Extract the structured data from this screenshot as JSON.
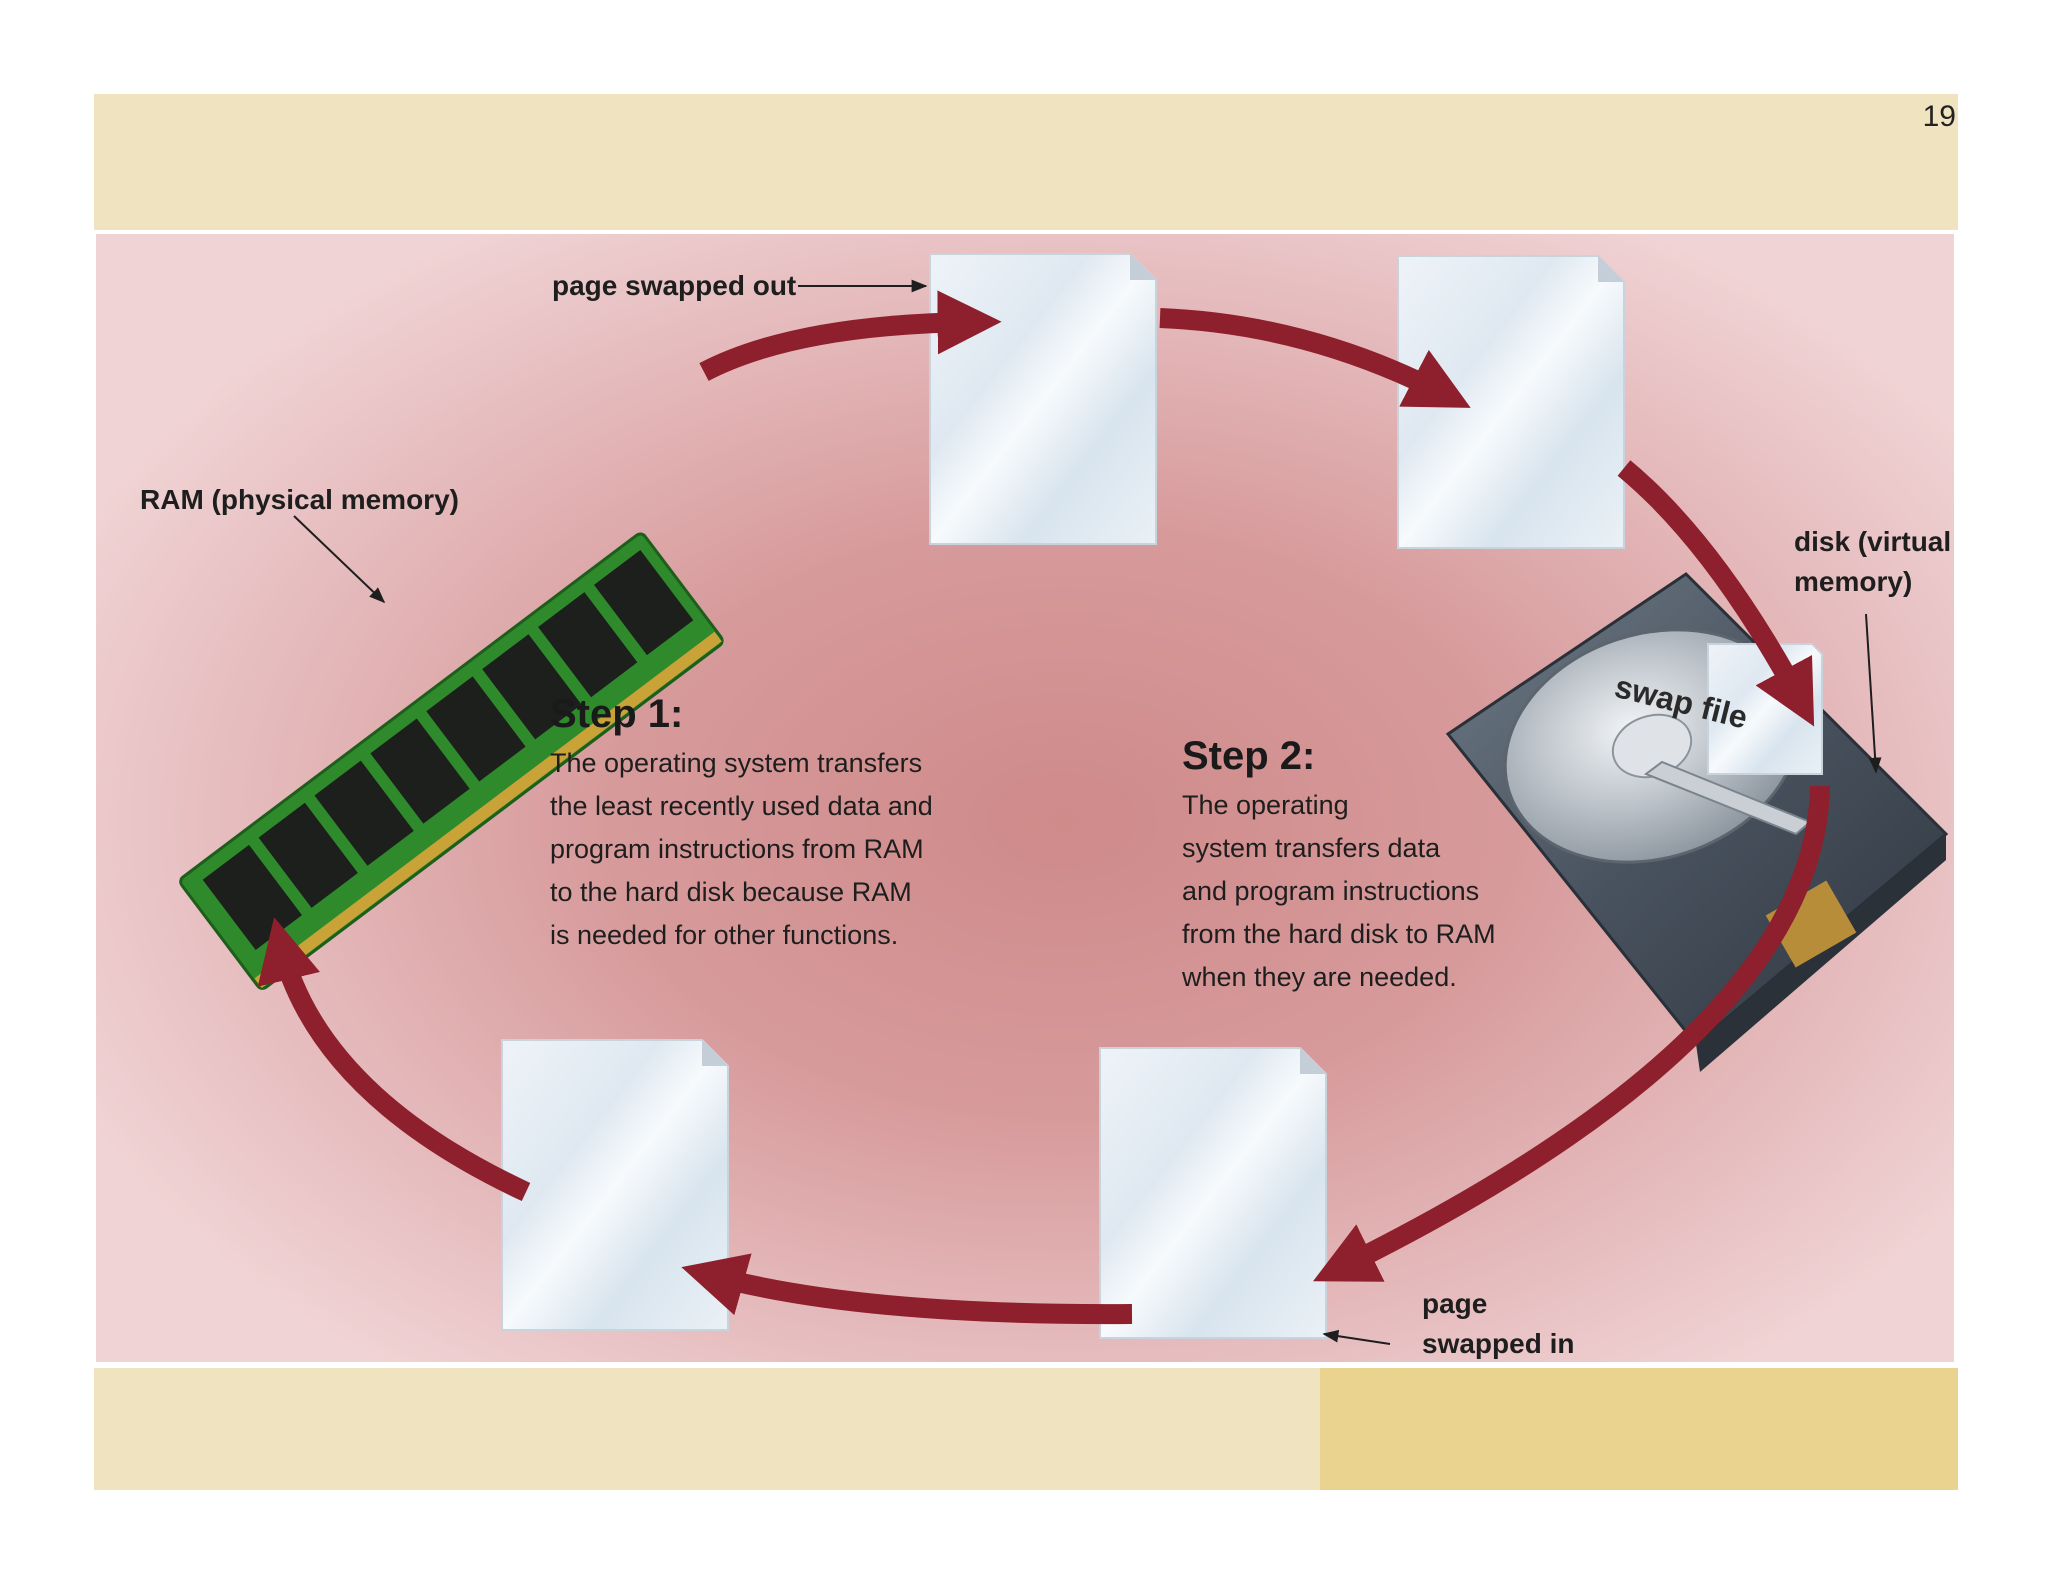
{
  "slide": {
    "page_number": "19"
  },
  "diagram": {
    "labels": {
      "page_swapped_out": "page swapped out",
      "ram": "RAM (physical memory)",
      "disk_line1": "disk (virtual",
      "disk_line2": "memory)",
      "page_swapped_in_line1": "page",
      "page_swapped_in_line2": "swapped in",
      "swap_file": "swap file"
    },
    "step1": {
      "title": "Step 1:",
      "body": "The operating system transfers\nthe least recently used data and\nprogram instructions from RAM\nto the hard disk because RAM\nis needed for other functions."
    },
    "step2": {
      "title": "Step 2:",
      "body": "The operating\nsystem transfers data\nand program instructions\nfrom the hard disk to RAM\nwhen they are needed."
    },
    "colors": {
      "arrow": "#8e1f2c",
      "band_light": "#efe4bf",
      "band_dark": "#e9d38f",
      "ram_pcb": "#2f8a2c",
      "ram_chip": "#1c1f1c"
    },
    "icons": [
      "ram-module-icon",
      "hard-disk-icon",
      "page-icon"
    ]
  }
}
